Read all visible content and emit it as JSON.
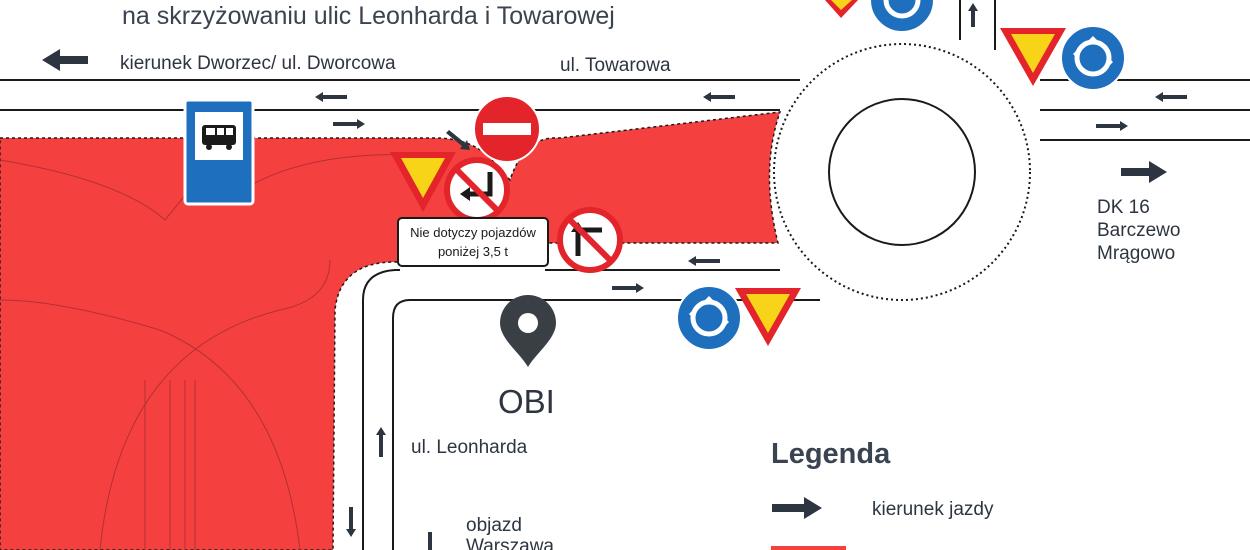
{
  "title_line": "na skrzyżowaniu ulic Leonharda i Towarowej",
  "labels": {
    "dworzec": "kierunek Dworzec/ ul. Dworcowa",
    "towarowa": "ul. Towarowa",
    "dk16": "DK 16",
    "barczewo": "Barczewo",
    "mragowo": "Mrągowo",
    "obi": "OBI",
    "leonharda": "ul. Leonharda",
    "objazd": "objazd",
    "warszawa": "Warszawa"
  },
  "plate": {
    "line1": "Nie dotyczy pojazdów",
    "line2": "poniżej 3,5 t"
  },
  "legend": {
    "title": "Legenda",
    "direction": "kierunek jazdy"
  },
  "colors": {
    "closure": "#f54040",
    "arrow": "#2d3540",
    "sign_red": "#e3242b",
    "sign_yellow": "#f7d417",
    "sign_blue": "#1f6fbf",
    "road_line": "#1a1a1a"
  },
  "signs": [
    "bus-stop-sign",
    "no-entry-sign",
    "give-way-sign",
    "no-left-turn-sign",
    "no-left-turn-sign",
    "roundabout-sign",
    "give-way-sign"
  ]
}
